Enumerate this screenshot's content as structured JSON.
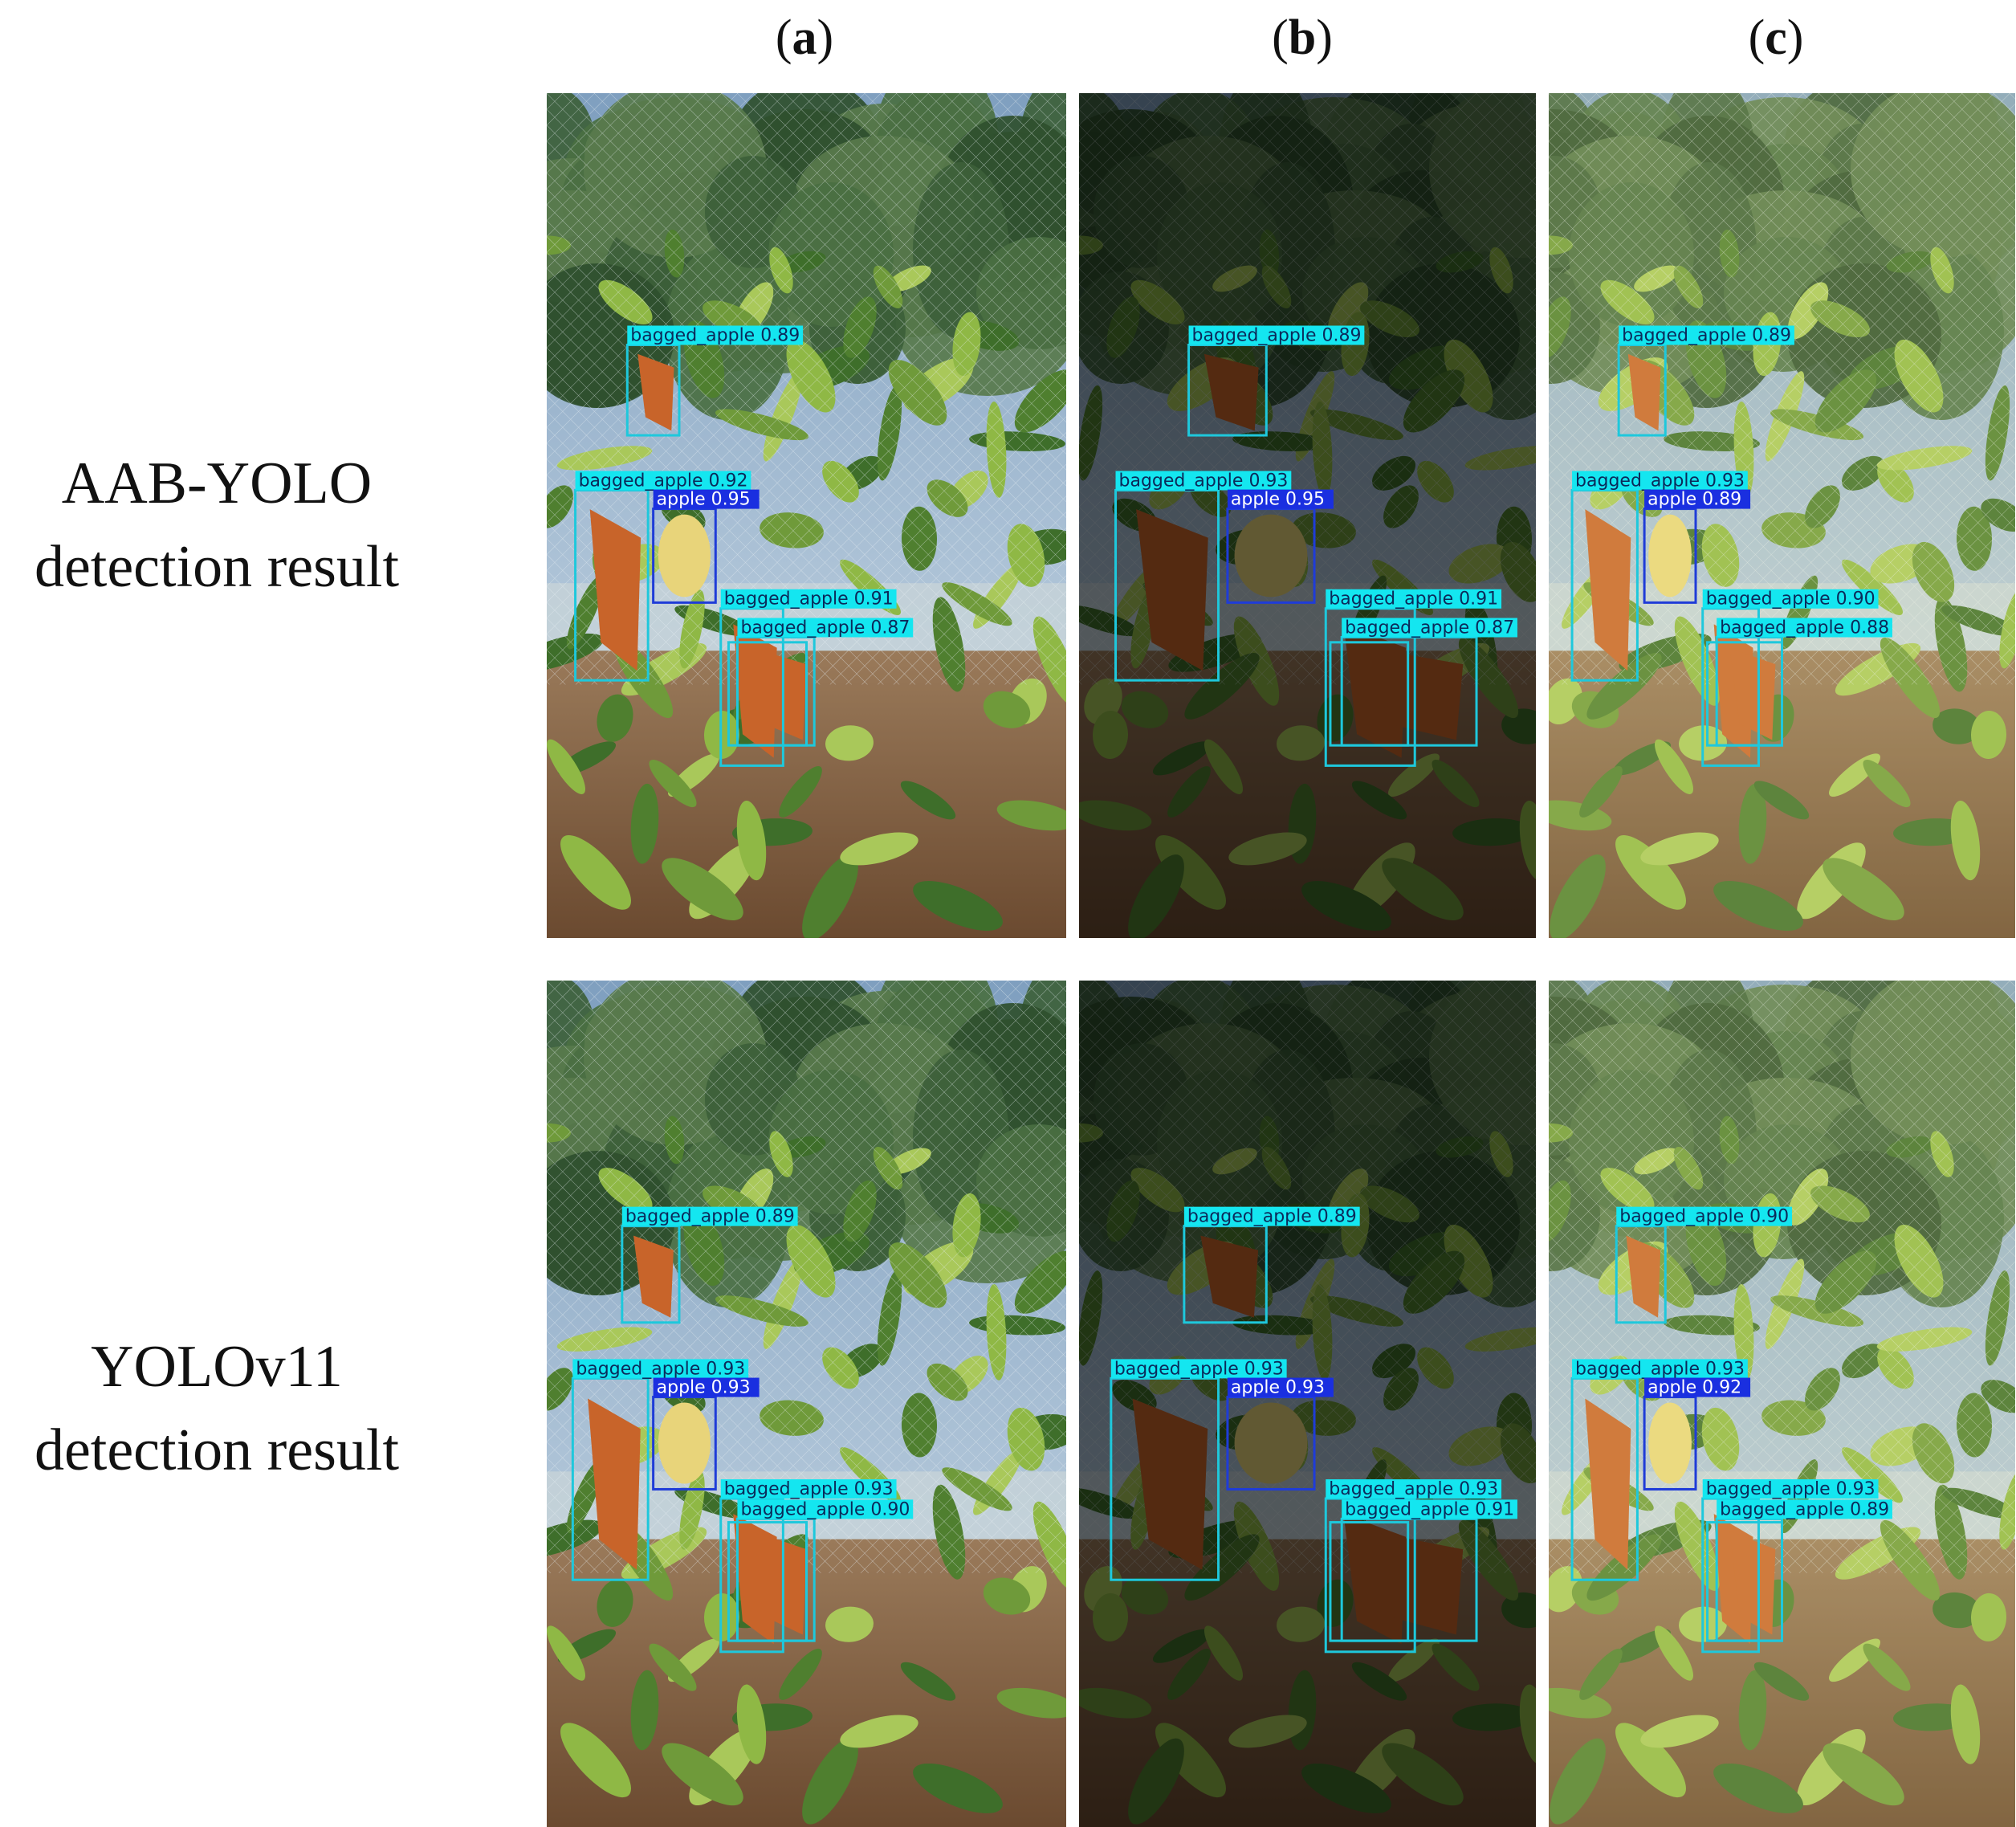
{
  "figure": {
    "columns": [
      {
        "letter": "a",
        "variant": "normal"
      },
      {
        "letter": "b",
        "variant": "dark"
      },
      {
        "letter": "c",
        "variant": "bright"
      }
    ],
    "rows": [
      {
        "title_line1": "AAB-YOLO",
        "title_line2": "detection result",
        "panels": [
          {
            "detections": [
              {
                "cls": "bagged_apple",
                "score": "0.89"
              },
              {
                "cls": "bagged_apple",
                "score": "0.92"
              },
              {
                "cls": "apple",
                "score": "0.95"
              },
              {
                "cls": "bagged_apple",
                "score": "0.91"
              },
              {
                "cls": "bagged_apple",
                "score": "0.87"
              }
            ]
          },
          {
            "detections": [
              {
                "cls": "bagged_apple",
                "score": "0.89"
              },
              {
                "cls": "bagged_apple",
                "score": "0.93"
              },
              {
                "cls": "apple",
                "score": "0.95"
              },
              {
                "cls": "bagged_apple",
                "score": "0.91"
              },
              {
                "cls": "bagged_apple",
                "score": "0.87"
              }
            ]
          },
          {
            "detections": [
              {
                "cls": "bagged_apple",
                "score": "0.89"
              },
              {
                "cls": "bagged_apple",
                "score": "0.93"
              },
              {
                "cls": "apple",
                "score": "0.89"
              },
              {
                "cls": "bagged_apple",
                "score": "0.90"
              },
              {
                "cls": "bagged_apple",
                "score": "0.88"
              }
            ]
          }
        ]
      },
      {
        "title_line1": "YOLOv11",
        "title_line2": "detection result",
        "panels": [
          {
            "detections": [
              {
                "cls": "bagged_apple",
                "score": "0.89"
              },
              {
                "cls": "bagged_apple",
                "score": "0.93"
              },
              {
                "cls": "apple",
                "score": "0.93"
              },
              {
                "cls": "bagged_apple",
                "score": "0.93"
              },
              {
                "cls": "bagged_apple",
                "score": "0.90"
              }
            ]
          },
          {
            "detections": [
              {
                "cls": "bagged_apple",
                "score": "0.89"
              },
              {
                "cls": "bagged_apple",
                "score": "0.93"
              },
              {
                "cls": "apple",
                "score": "0.93"
              },
              {
                "cls": "bagged_apple",
                "score": "0.93"
              },
              {
                "cls": "bagged_apple",
                "score": "0.91"
              }
            ]
          },
          {
            "detections": [
              {
                "cls": "bagged_apple",
                "score": "0.90"
              },
              {
                "cls": "bagged_apple",
                "score": "0.93"
              },
              {
                "cls": "apple",
                "score": "0.92"
              },
              {
                "cls": "bagged_apple",
                "score": "0.93"
              },
              {
                "cls": "bagged_apple",
                "score": "0.89"
              }
            ]
          }
        ]
      }
    ],
    "colors": {
      "bagged_apple_box": "#1ec8dc",
      "bagged_apple_label": "#14e6f0",
      "apple_box": "#1f3cd8",
      "apple_label": "#1a2fe0"
    }
  }
}
